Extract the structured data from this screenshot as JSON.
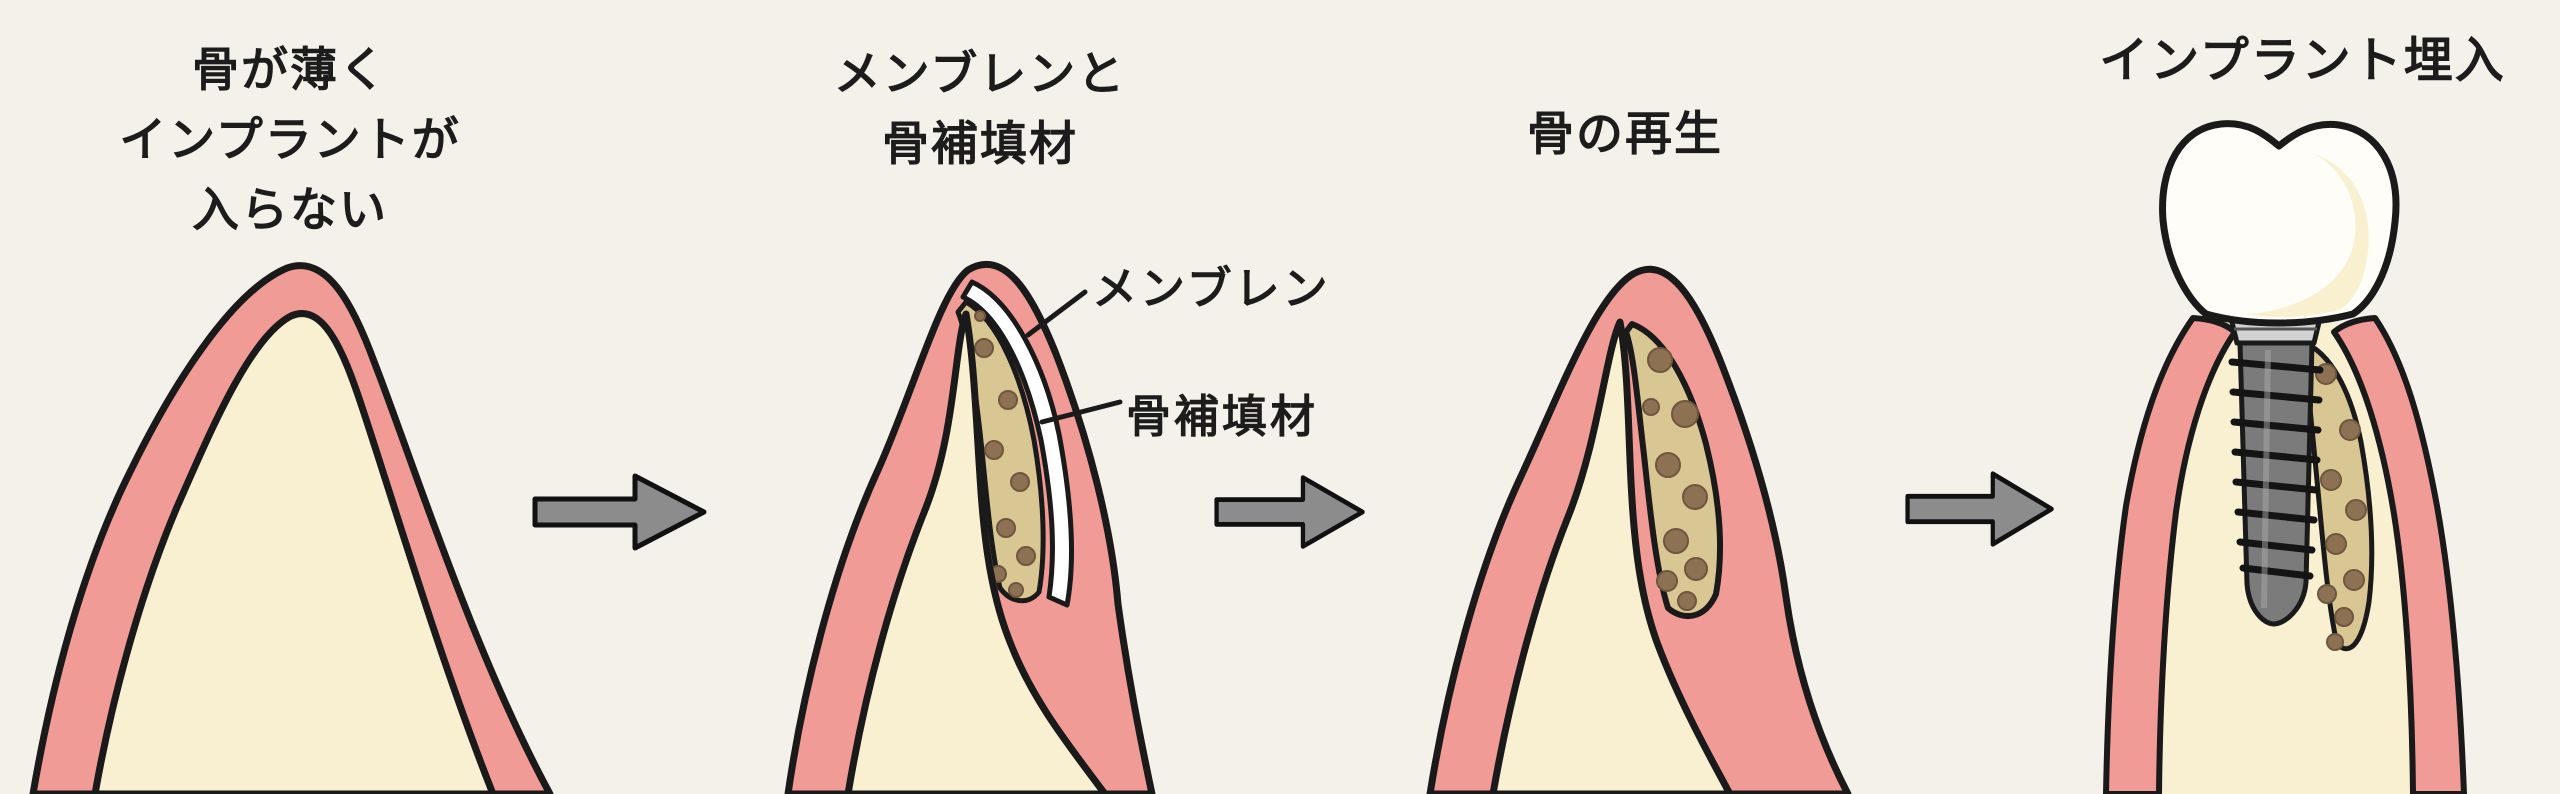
{
  "page": {
    "background": "#f4f1ea"
  },
  "colors": {
    "outline": "#1a1a1a",
    "gum_pink": "#f09b95",
    "bone_cream": "#f8f0d0",
    "graft_tan": "#d9c793",
    "graft_dot_brown": "#8d7153",
    "membrane_white": "#ffffff",
    "arrow_gray": "#8c8c8c",
    "implant_metal": "#7b7b7b",
    "abutment_metal": "#d2d2d2",
    "crown_white": "#fefdf8",
    "crown_shade": "#f5ebc2",
    "text_black": "#1c1c1c"
  },
  "panels": [
    {
      "name": "thin-bone",
      "title_lines": [
        "骨が薄く",
        "インプラントが",
        "入らない"
      ]
    },
    {
      "name": "membrane-and-graft",
      "title_lines": [
        "メンブレンと",
        "骨補填材"
      ],
      "labels": [
        {
          "text": "メンブレン"
        },
        {
          "text": "骨補填材"
        }
      ]
    },
    {
      "name": "bone-regeneration",
      "title_lines": [
        "骨の再生"
      ]
    },
    {
      "name": "implant-placement",
      "title_lines": [
        "インプラント埋入"
      ]
    }
  ]
}
